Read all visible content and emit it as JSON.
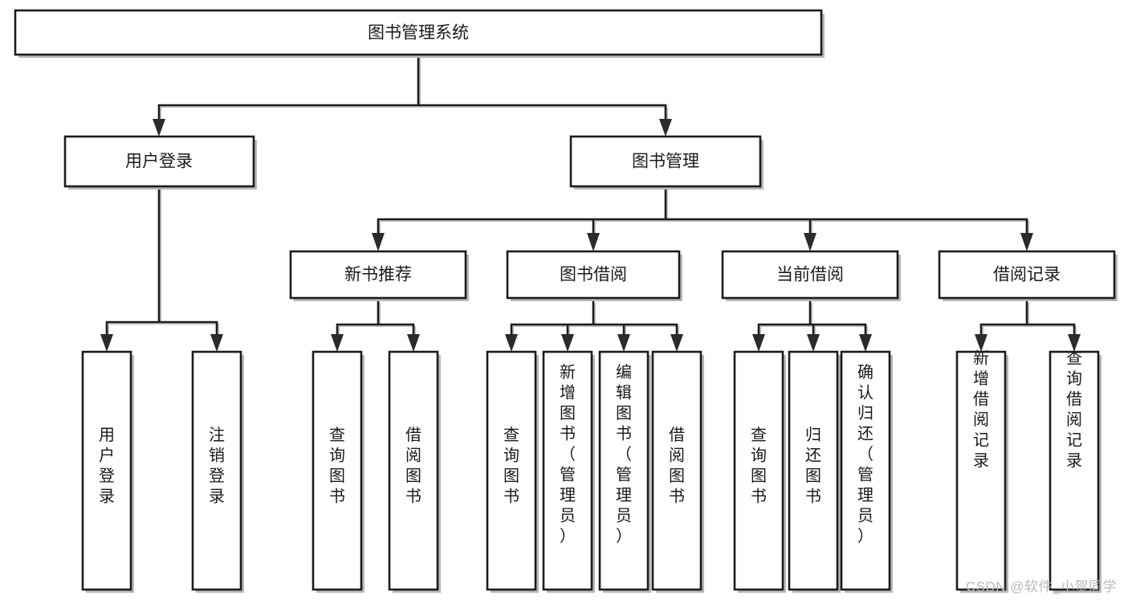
{
  "diagram": {
    "type": "tree-flowchart",
    "orientation": "top-down",
    "title": "图书管理系统",
    "colors": {
      "background": "#ffffff",
      "box_stroke": "#1c1c1c",
      "box_fill": "#ffffff",
      "shadow": "#b8b8b8",
      "text": "#1a1a1a",
      "watermark": "#b9b9b9"
    },
    "root": {
      "id": "root",
      "label": "图书管理系统",
      "orientation": "horizontal"
    },
    "level2": [
      {
        "id": "user-login",
        "label": "用户登录",
        "orientation": "horizontal"
      },
      {
        "id": "book-management",
        "label": "图书管理",
        "orientation": "horizontal"
      }
    ],
    "level3": [
      {
        "id": "new-book-recommend",
        "label": "新书推荐",
        "parent": "book-management",
        "orientation": "horizontal"
      },
      {
        "id": "book-borrow",
        "label": "图书借阅",
        "parent": "book-management",
        "orientation": "horizontal"
      },
      {
        "id": "current-borrow",
        "label": "当前借阅",
        "parent": "book-management",
        "orientation": "horizontal"
      },
      {
        "id": "borrow-record",
        "label": "借阅记录",
        "parent": "book-management",
        "orientation": "horizontal"
      }
    ],
    "leaves": [
      {
        "id": "leaf-user-login",
        "label": "用户登录",
        "parent": "user-login",
        "orientation": "vertical"
      },
      {
        "id": "leaf-logout-login",
        "label": "注销登录",
        "parent": "user-login",
        "orientation": "vertical"
      },
      {
        "id": "leaf-query-book-1",
        "label": "查询图书",
        "parent": "new-book-recommend",
        "orientation": "vertical"
      },
      {
        "id": "leaf-borrow-book-1",
        "label": "借阅图书",
        "parent": "new-book-recommend",
        "orientation": "vertical"
      },
      {
        "id": "leaf-query-book-2",
        "label": "查询图书",
        "parent": "book-borrow",
        "orientation": "vertical"
      },
      {
        "id": "leaf-add-book",
        "label": "新增图书（管理员）",
        "parent": "book-borrow",
        "orientation": "vertical"
      },
      {
        "id": "leaf-edit-book",
        "label": "编辑图书（管理员）",
        "parent": "book-borrow",
        "orientation": "vertical"
      },
      {
        "id": "leaf-borrow-book-2",
        "label": "借阅图书",
        "parent": "book-borrow",
        "orientation": "vertical"
      },
      {
        "id": "leaf-query-book-3",
        "label": "查询图书",
        "parent": "current-borrow",
        "orientation": "vertical"
      },
      {
        "id": "leaf-return-book",
        "label": "归还图书",
        "parent": "current-borrow",
        "orientation": "vertical"
      },
      {
        "id": "leaf-confirm-return",
        "label": "确认归还（管理员）",
        "parent": "current-borrow",
        "orientation": "vertical"
      },
      {
        "id": "leaf-add-record",
        "label": "新增借阅记录",
        "parent": "borrow-record",
        "orientation": "vertical"
      },
      {
        "id": "leaf-query-record",
        "label": "查询借阅记录",
        "parent": "borrow-record",
        "orientation": "vertical"
      }
    ],
    "watermark": "CSDN @软件_小贺同学"
  }
}
